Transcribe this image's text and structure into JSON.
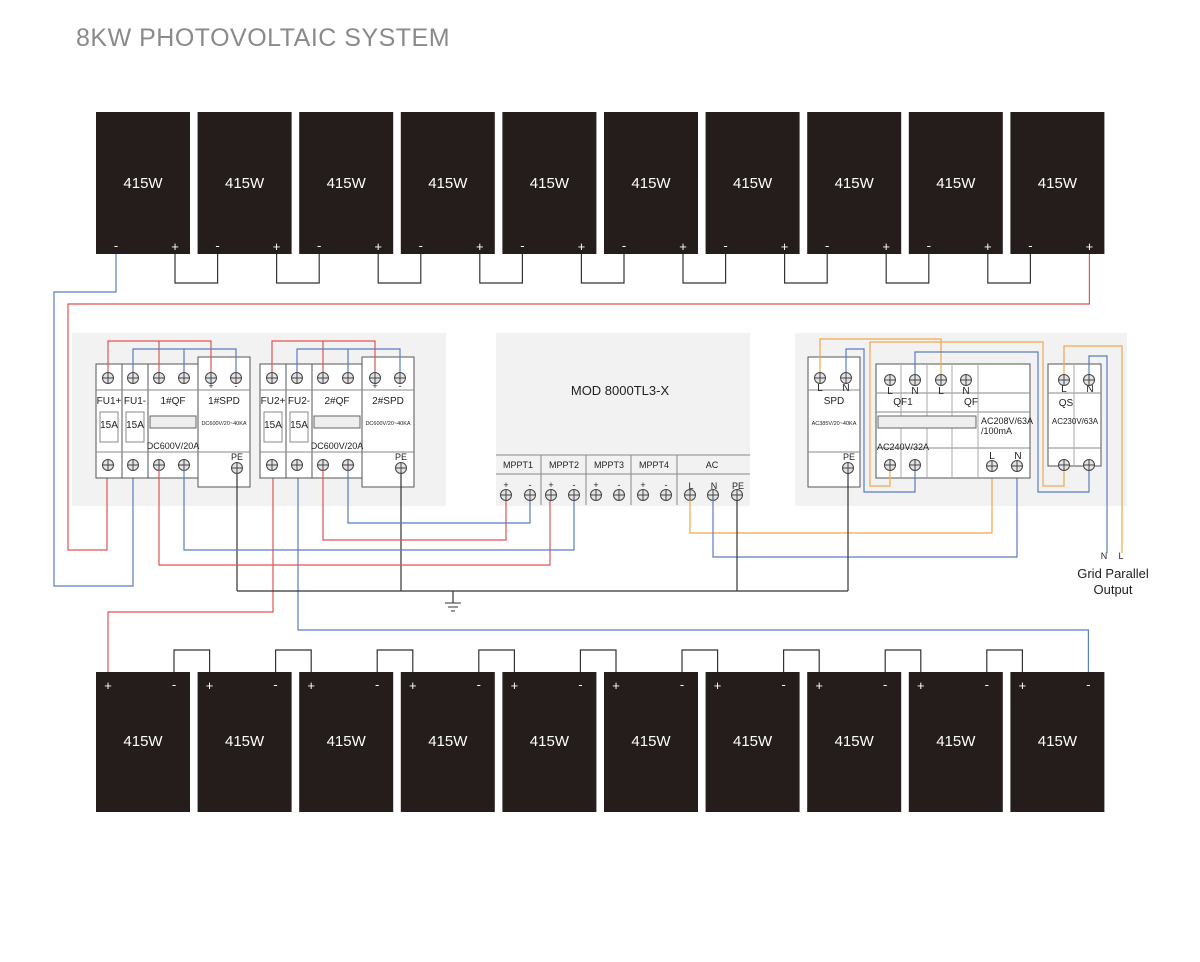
{
  "title": "8KW PHOTOVOLTAIC SYSTEM",
  "panels": {
    "label": "415W",
    "top_count": 10,
    "bottom_count": 10,
    "plus": "+",
    "minus": "-",
    "color": "#241d1b"
  },
  "dc_box": {
    "strings": [
      {
        "fuse_pos": "FU1+",
        "fuse_neg": "FU1-",
        "fuse_rating": "15A",
        "breaker": "1#QF",
        "breaker_rating": "DC600V/20A",
        "spd": "1#SPD",
        "spd_rating": "DC600V/20~40KA",
        "pe": "PE"
      },
      {
        "fuse_pos": "FU2+",
        "fuse_neg": "FU2-",
        "fuse_rating": "15A",
        "breaker": "2#QF",
        "breaker_rating": "DC600V/20A",
        "spd": "2#SPD",
        "spd_rating": "DC600V/20~40KA",
        "pe": "PE"
      }
    ]
  },
  "inverter": {
    "model": "MOD 8000TL3-X",
    "ports": [
      "MPPT1",
      "MPPT2",
      "MPPT3",
      "MPPT4",
      "AC"
    ],
    "ac_terminals": [
      "L",
      "N",
      "PE"
    ]
  },
  "ac_box": {
    "spd": "SPD",
    "spd_rating": "AC385V/20~40KA",
    "pe": "PE",
    "qf1": "QF1",
    "qf1_rating": "AC240V/32A",
    "qf": "QF",
    "qf_rating": "AC208V/63A",
    "qf_rating2": "/100mA",
    "qs": "QS",
    "qs_rating": "AC230V/63A",
    "l": "L",
    "n": "N"
  },
  "output": {
    "n": "N",
    "l": "L",
    "line1": "Grid Parallel",
    "line2": "Output"
  },
  "colors": {
    "positive": "#e05555",
    "negative": "#5b7dc2",
    "line": "#f0a84e",
    "earth": "#333333",
    "box": "#f2f2f2"
  }
}
